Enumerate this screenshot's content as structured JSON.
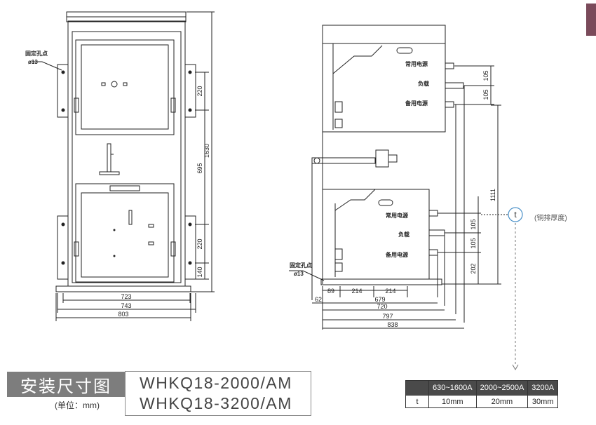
{
  "title": "安装尺寸图",
  "unit": "(单位：mm)",
  "models": [
    "WHKQ18-2000/AM",
    "WHKQ18-3200/AM"
  ],
  "front_view": {
    "hole_label": "固定孔点",
    "hole_dia": "ø13",
    "dims": {
      "d220a": "220",
      "d695": "695",
      "d1630": "1630",
      "d220b": "220",
      "d140": "140",
      "d723": "723",
      "d743": "743",
      "d803": "803"
    }
  },
  "side_view": {
    "hole_label": "固定孔点",
    "hole_dia": "ø13",
    "upper_labels": [
      "常用电源",
      "负载",
      "备用电源"
    ],
    "lower_labels": [
      "常用电源",
      "负载",
      "备用电源"
    ],
    "dims": {
      "u105a": "105",
      "u105b": "105",
      "d1111": "1111",
      "l105a": "105",
      "l105b": "105",
      "d202": "202",
      "d89": "89",
      "d214a": "214",
      "d214b": "214",
      "d62": "62",
      "d679": "679",
      "d720": "720",
      "d797": "797",
      "d838": "838"
    },
    "t_symbol": "t",
    "t_note": "(铜排厚度)"
  },
  "spec_table": {
    "headers": [
      "",
      "630~1600A",
      "2000~2500A",
      "3200A"
    ],
    "row_label": "t",
    "values": [
      "10mm",
      "20mm",
      "30mm"
    ]
  },
  "colors": {
    "title_bg": "#7d7d7d",
    "table_header": "#4a4a4a",
    "accent_tab": "#7a4a5a",
    "line": "#222222",
    "t_circle": "#4a90c8"
  }
}
